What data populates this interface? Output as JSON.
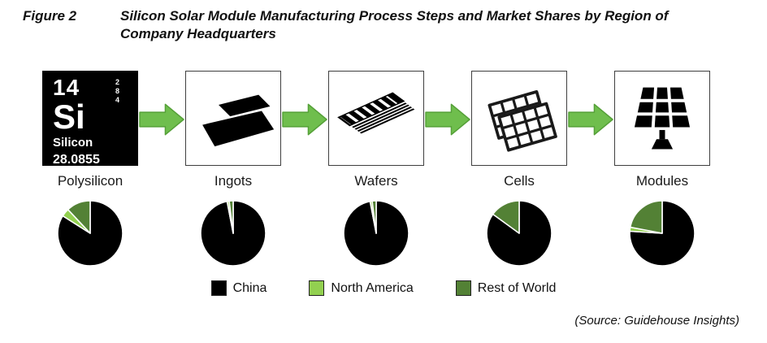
{
  "figure": {
    "label": "Figure 2",
    "title": "Silicon Solar Module Manufacturing Process Steps and Market Shares by Region of Company Headquarters",
    "title_lines": [
      "Silicon Solar Module Manufacturing Process Steps and Market Shares by Region of",
      "Company Headquarters"
    ]
  },
  "polysilicon_tile": {
    "atomic_number": "14",
    "symbol": "Si",
    "name": "Silicon",
    "atomic_mass": "28.0855",
    "shells": [
      "2",
      "8",
      "4"
    ]
  },
  "steps": [
    {
      "label": "Polysilicon",
      "icon": "silicon-periodic-tile"
    },
    {
      "label": "Ingots",
      "icon": "ingot-icon"
    },
    {
      "label": "Wafers",
      "icon": "wafer-stack-icon"
    },
    {
      "label": "Cells",
      "icon": "solar-cells-icon"
    },
    {
      "label": "Modules",
      "icon": "solar-module-icon"
    }
  ],
  "legend": [
    {
      "label": "China",
      "color": "#000000"
    },
    {
      "label": "North America",
      "color": "#92D050"
    },
    {
      "label": "Rest of World",
      "color": "#538135"
    }
  ],
  "colors": {
    "arrow_fill": "#6FBE4D",
    "arrow_stroke": "#55A038",
    "pie_separator": "#FFFFFF"
  },
  "source": "(Source: Guidehouse Insights)",
  "chart_data": [
    {
      "type": "pie",
      "title": "Polysilicon",
      "labels": [
        "China",
        "North America",
        "Rest of World"
      ],
      "values": [
        84,
        4,
        12
      ],
      "legend_position": "bottom"
    },
    {
      "type": "pie",
      "title": "Ingots",
      "labels": [
        "China",
        "North America",
        "Rest of World"
      ],
      "values": [
        97,
        1,
        2
      ],
      "legend_position": "bottom"
    },
    {
      "type": "pie",
      "title": "Wafers",
      "labels": [
        "China",
        "North America",
        "Rest of World"
      ],
      "values": [
        97,
        1,
        2
      ],
      "legend_position": "bottom"
    },
    {
      "type": "pie",
      "title": "Cells",
      "labels": [
        "China",
        "North America",
        "Rest of World"
      ],
      "values": [
        85,
        0,
        15
      ],
      "legend_position": "bottom"
    },
    {
      "type": "pie",
      "title": "Modules",
      "labels": [
        "China",
        "North America",
        "Rest of World"
      ],
      "values": [
        76,
        2,
        22
      ],
      "legend_position": "bottom"
    }
  ]
}
